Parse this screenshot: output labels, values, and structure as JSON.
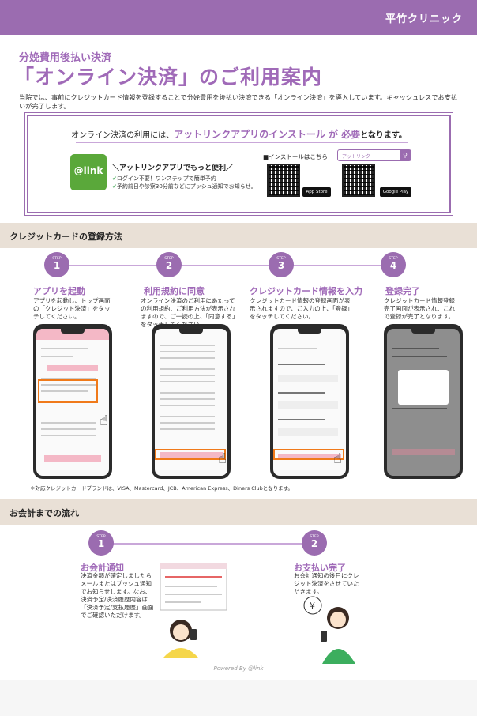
{
  "header": {
    "clinic": "平竹クリニック"
  },
  "title": {
    "sub": "分娩費用後払い決済",
    "main": "「オンライン決済」のご利用案内"
  },
  "intro": "当院では、事前にクレジットカード情報を登録することで分娩費用を後払い決済できる「オンライン決済」を導入しています。キャッシュレスでお支払いが完了します。",
  "install": {
    "pre": "オンライン決済の利用には、",
    "highlight": "アットリンクアプリのインストール が 必要",
    "post": "となります。",
    "logo": "@link",
    "promo_title": "＼アットリンクアプリでもっと便利／",
    "promo_1": "ログイン不要！ワンステップで簡単予約",
    "promo_2": "予約前日や診察30分前などにプッシュ通知でお知らせ。",
    "qr_label": "■インストールはこちら",
    "search": "アットリンク",
    "appstore": "App Store",
    "googleplay": "Google Play"
  },
  "reg": {
    "heading": "クレジットカードの登録方法",
    "step_word": "STEP",
    "steps": [
      {
        "num": "1",
        "title": "アプリを起動",
        "desc": "アプリを起動し、トップ画面の「クレジット決済」をタッチしてください。"
      },
      {
        "num": "2",
        "title": "利用規約に同意",
        "desc": "オンライン決済のご利用にあたっての利用規約、ご利用方法が表示されますので、ご一読の上、「同意する」をタッチしてください。"
      },
      {
        "num": "3",
        "title": "クレジットカード情報を入力",
        "desc": "クレジットカード情報の登録画面が表示されますので、ご入力の上、「登録」をタッチしてください。"
      },
      {
        "num": "4",
        "title": "登録完了",
        "desc": "クレジットカード情報登録完了画面が表示され、これで登録が完了となります。"
      }
    ],
    "note": "＊対応クレジットカードブランドは、VISA、Mastercard、JCB、American Express、Diners Clubとなります。"
  },
  "flow": {
    "heading": "お会計までの流れ",
    "steps": [
      {
        "num": "1",
        "title": "お会計通知",
        "desc": "決済金額が確定しましたらメールまたはプッシュ通知でお知らせします。なお、決済予定/決済履歴内容は「決済予定/支払履歴」画面でご確認いただけます。"
      },
      {
        "num": "2",
        "title": "お支払い完了",
        "desc": "お会計通知の後日にクレジット決済をさせていただきます。"
      }
    ]
  },
  "powered": "Powered By @link"
}
